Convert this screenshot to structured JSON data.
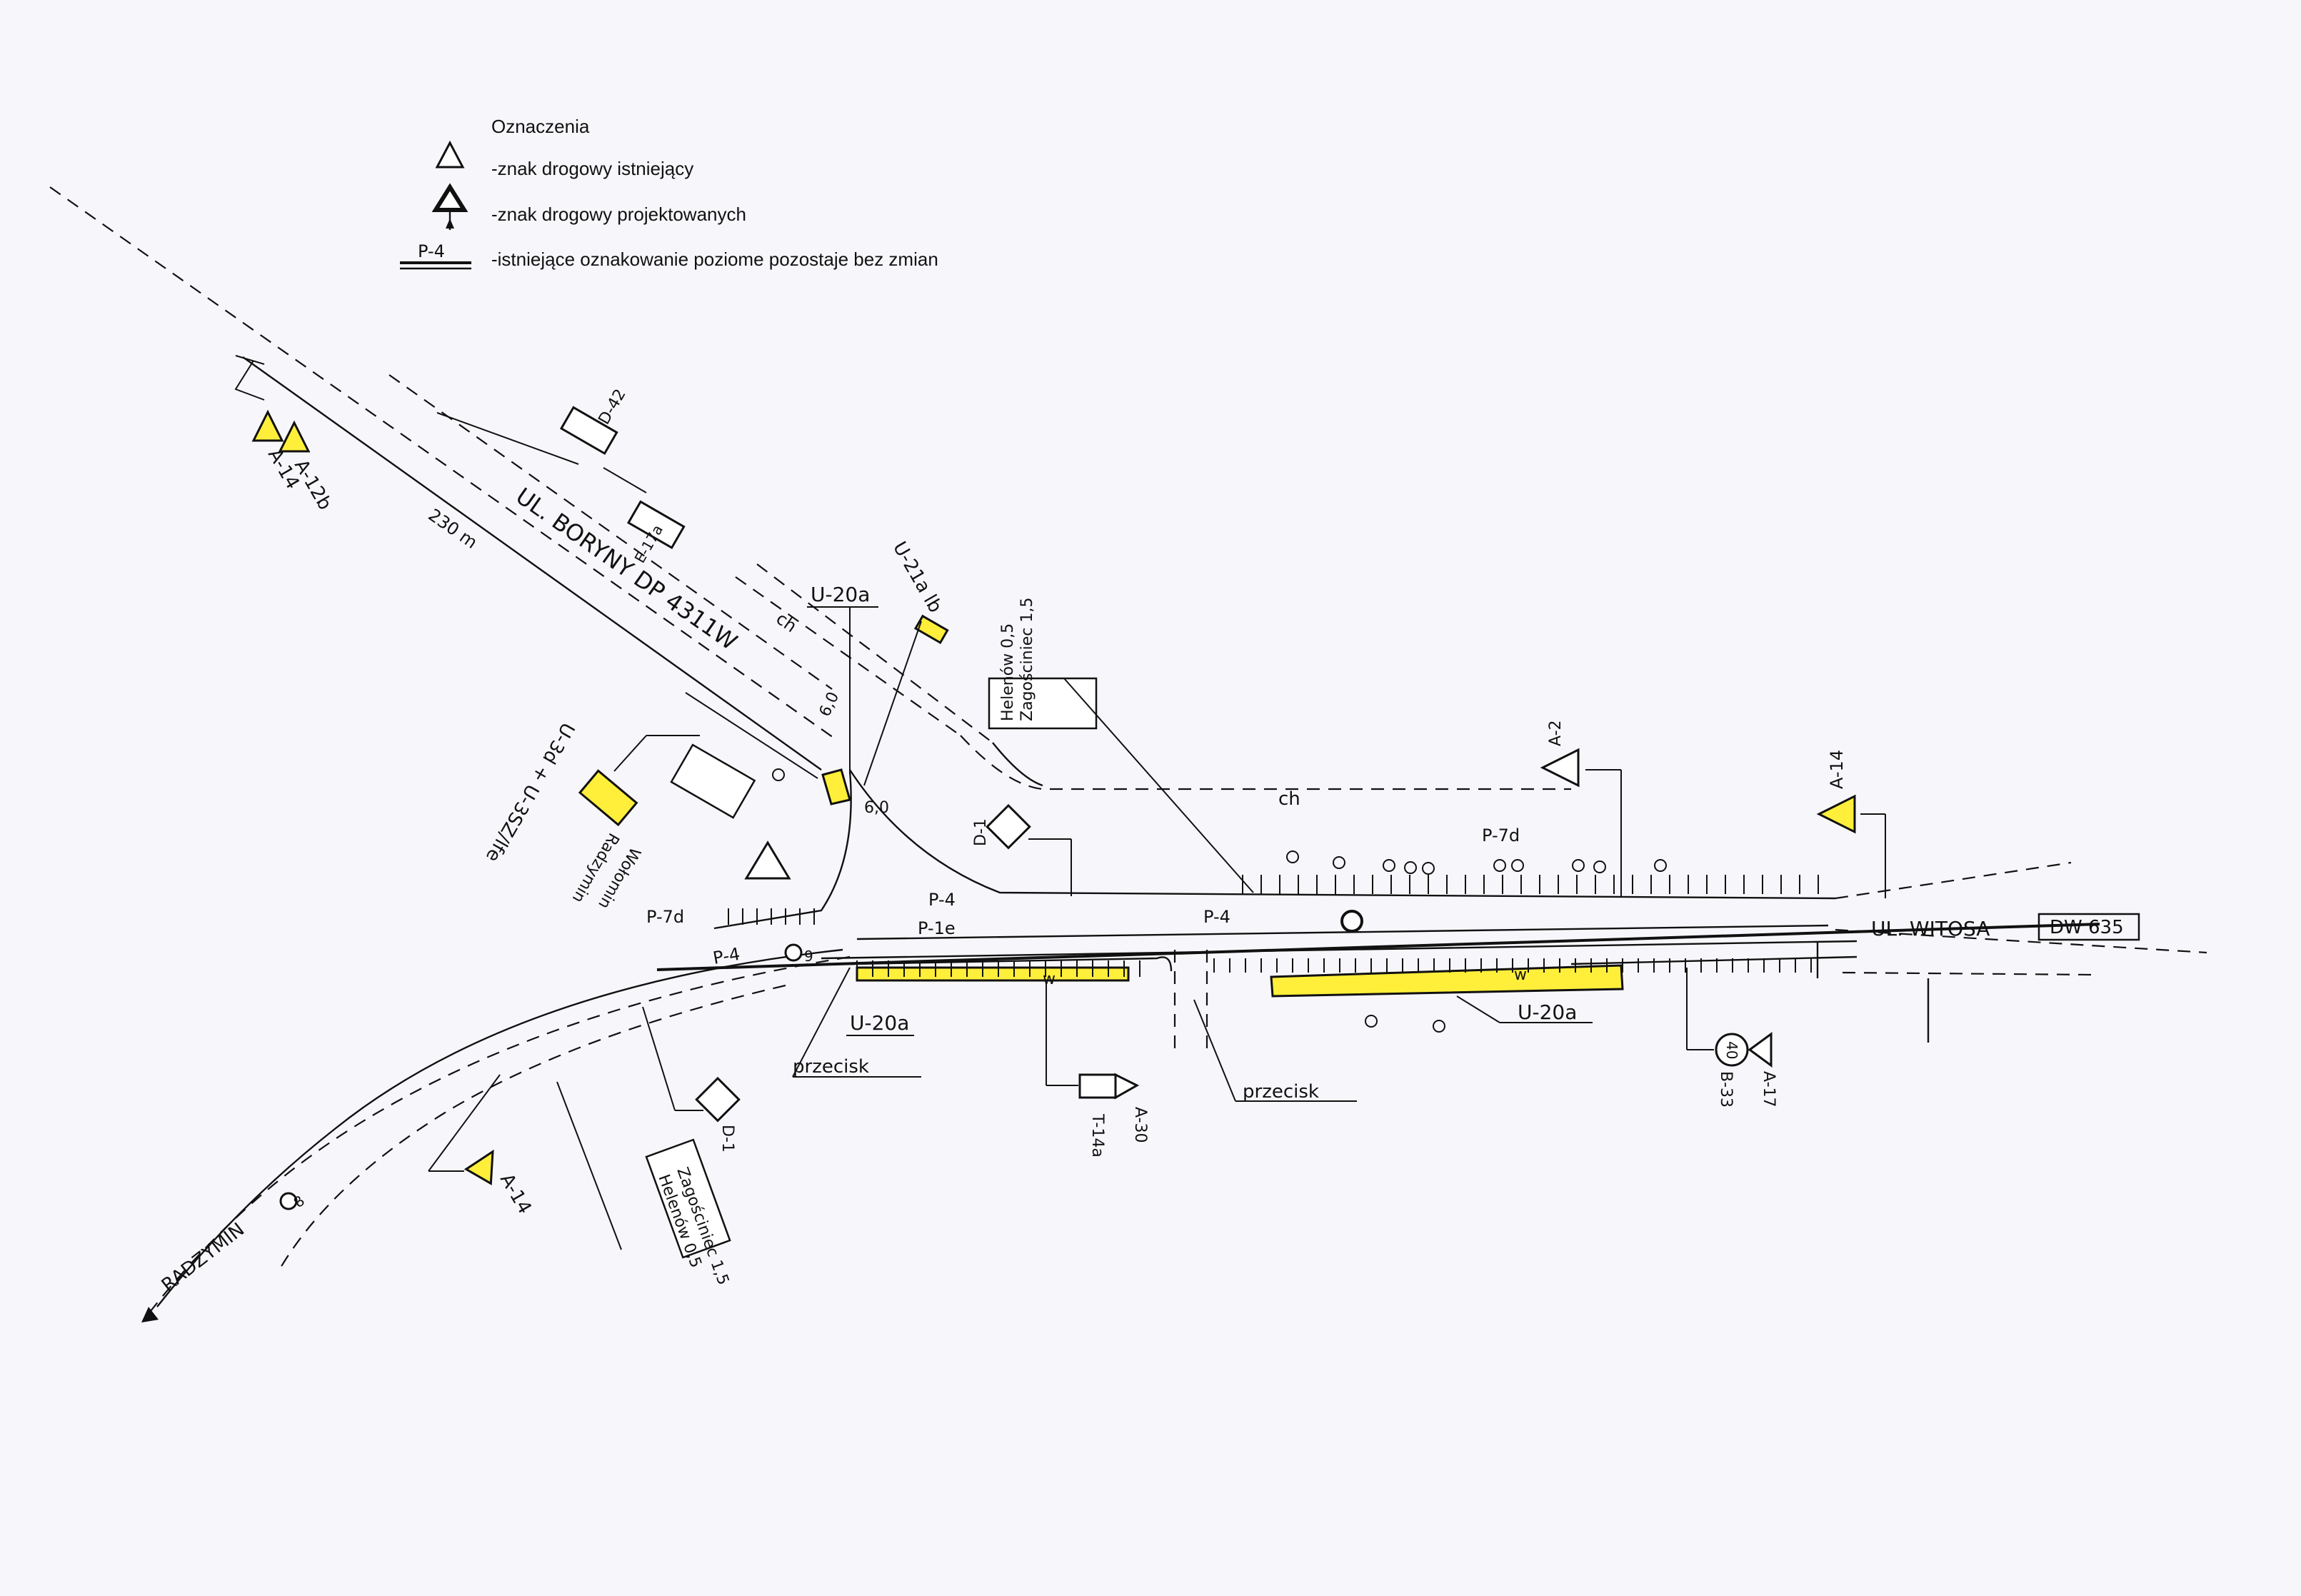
{
  "legend": {
    "title": "Oznaczenia",
    "existing_sign": "-znak drogowy istniejący",
    "designed_sign": "-znak drogowy projektowanych",
    "marking_code": "P-4",
    "marking_text": "-istniejące oznakowanie poziome pozostaje bez zmian"
  },
  "roads": {
    "boryny": "UL. BORYNY  DP 4311W",
    "witosa": "UL. WITOSA",
    "witosa_code": "DW 635",
    "radzymin": "RADZYMIN"
  },
  "dimensions": {
    "d230": "230 m",
    "d60a": "6,0",
    "d60b": "6,0"
  },
  "labels": {
    "ch1": "ch",
    "ch2": "ch",
    "przecisk1": "przecisk",
    "przecisk2": "przecisk",
    "w1": "w",
    "w2": "w",
    "km8": "8",
    "km9": "9"
  },
  "markings": {
    "p4_a": "P-4",
    "p4_b": "P-4",
    "p4_c": "P-4",
    "p1e": "P-1e",
    "p7d_a": "P-7d",
    "p7d_b": "P-7d"
  },
  "signs": {
    "a12b": "A-12b",
    "a14_nw": "A-14",
    "d42": "D-42",
    "e17a": "E-17a",
    "u21ab": "U-21a lb",
    "u20a_top": "U-20a",
    "u20a_mid": "U-20a",
    "u20a_right": "U-20a",
    "u3d": "U-3d + U-3SZ/lfe",
    "e2b_line1": "Wołomin",
    "e2b_line2": "Radzymin",
    "d1_a": "D-1",
    "d1_b": "D-1",
    "a2": "A-2",
    "a14_e": "A-14",
    "a14_sw": "A-14",
    "t14a": "T-14a",
    "a30": "A-30",
    "b33": "B-33",
    "b33_value": "40",
    "a17": "A-17",
    "dir_top_1": "Helenów 0,5",
    "dir_top_2": "Zagościniec 1,5",
    "dir_bot_1": "Helenów 0,5",
    "dir_bot_2": "Zagościniec 1,5"
  },
  "colors": {
    "designed": "#ffef3a",
    "lines": "#111111",
    "paper": "#f7f7fb"
  }
}
